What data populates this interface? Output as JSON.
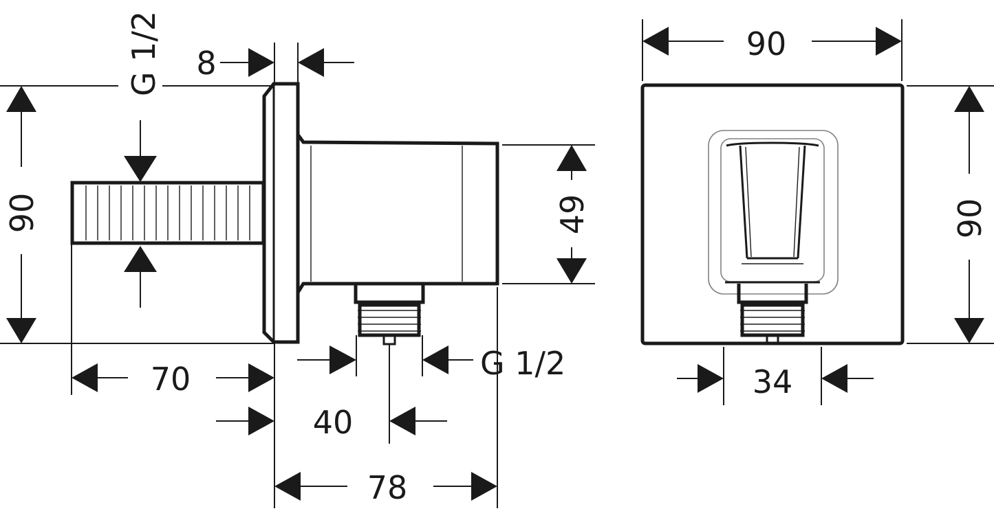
{
  "side_view": {
    "dim_wall_thread": "G 1/2",
    "dim_flange": "8",
    "dim_height": "90",
    "dim_body_height": "49",
    "dim_outlet_thread": "G 1/2",
    "dim_pipe_length": "70",
    "dim_outlet_offset": "40",
    "dim_depth": "78"
  },
  "front_view": {
    "dim_width": "90",
    "dim_height": "90",
    "dim_outlet_width": "34"
  },
  "colors": {
    "line": "#1a1a1a",
    "background": "#ffffff"
  }
}
